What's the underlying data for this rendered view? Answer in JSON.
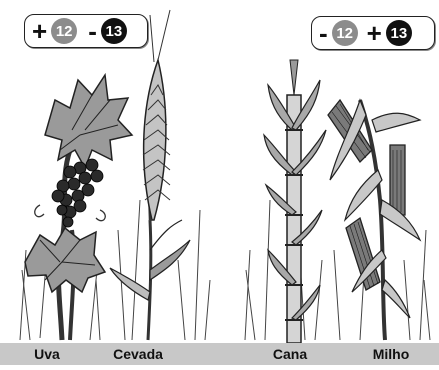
{
  "colors": {
    "gray_circle": "#8c8c8c",
    "black_circle": "#111111",
    "footer_bar": "#c8c8c8"
  },
  "badges": {
    "left": {
      "sign1": "+",
      "num1": "12",
      "sign2": "-",
      "num2": "13"
    },
    "right": {
      "sign1": "-",
      "num1": "12",
      "sign2": "+",
      "num2": "13"
    }
  },
  "labels": {
    "uva": "Uva",
    "cevada": "Cevada",
    "cana": "Cana",
    "milho": "Milho"
  }
}
